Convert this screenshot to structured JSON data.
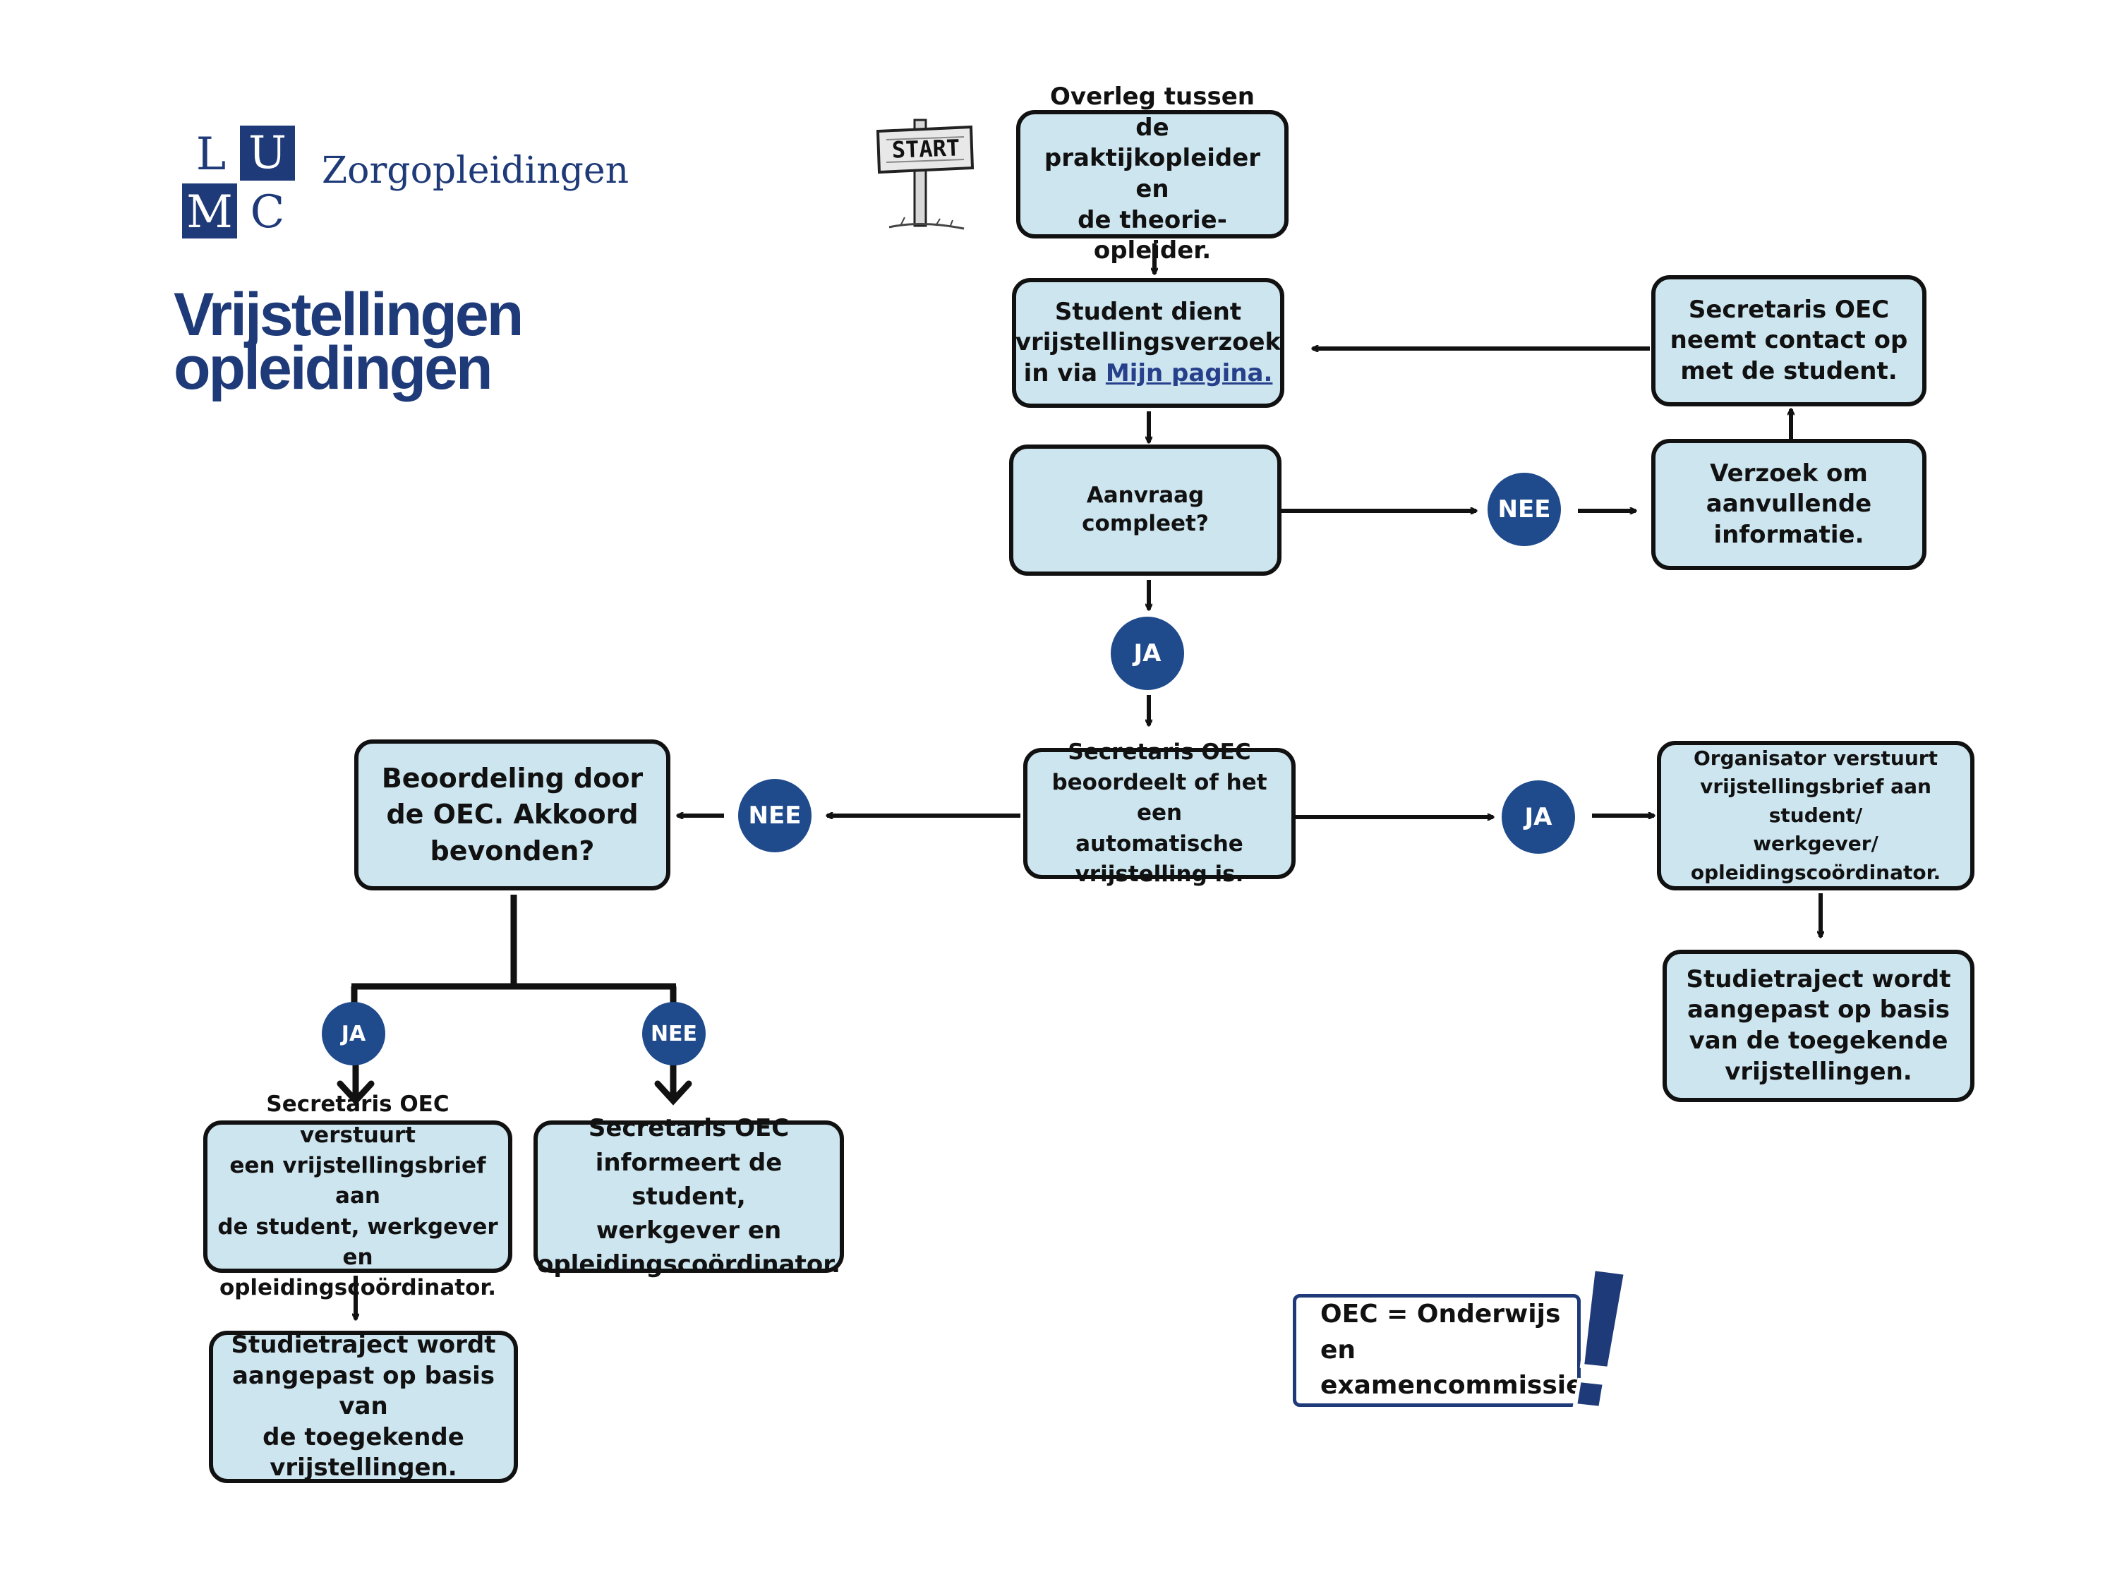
{
  "logo": {
    "letters": [
      "L",
      "U",
      "M",
      "C"
    ],
    "subtitle": "Zorgopleidingen",
    "brand_color": "#1f3a78"
  },
  "title": {
    "line1": "Vrijstellingen",
    "line2": "opleidingen"
  },
  "start_sign": {
    "label": "START"
  },
  "nodes": {
    "overleg": "Overleg tussen de\npraktijkopleider en\nde theorie-opleider.",
    "student_dient_pre": "Student dient\nvrijstellingsverzoek\nin via ",
    "student_dient_link": "Mijn pagina.",
    "compleet": "Aanvraag compleet?",
    "secretaris_contact": "Secretaris OEC\nneemt contact op\nmet de student.",
    "verzoek_info": "Verzoek om\naanvullende\ninformatie.",
    "secretaris_beoordeelt": "Secretaris OEC\nbeoordeelt of het een\nautomatische\nvrijstelling is.",
    "beoordeling_oec": "Beoordeling door\nde OEC. Akkoord\nbevonden?",
    "organisator_verstuurt": "Organisator verstuurt\nvrijstellingsbrief aan\nstudent/\nwerkgever/\nopleidingscoördinator.",
    "studietraject_rechts": "Studietraject wordt\naangepast op basis\nvan de toegekende\nvrijstellingen.",
    "secretaris_verstuurt": "Secretaris OEC verstuurt\neen vrijstellingsbrief aan\nde student, werkgever en\nopleidingscoördinator.",
    "secretaris_informeert": "Secretaris OEC\ninformeert de student,\nwerkgever en\nopleidingscoördinator.",
    "studietraject_links": "Studietraject wordt\naangepast op basis van\nde toegekende\nvrijstellingen."
  },
  "decisions": {
    "nee_compleet": "NEE",
    "ja_compleet": "JA",
    "nee_automatisch": "NEE",
    "ja_automatisch": "JA",
    "ja_akkoord": "JA",
    "nee_akkoord": "NEE"
  },
  "note": {
    "text": "OEC = Onderwijs en\nexamencommissie",
    "mark": "!"
  },
  "colors": {
    "box_fill": "#cde5ef",
    "box_border": "#111111",
    "decision_fill": "#1f4a8c",
    "title": "#1f3a78",
    "link": "#27408b"
  }
}
